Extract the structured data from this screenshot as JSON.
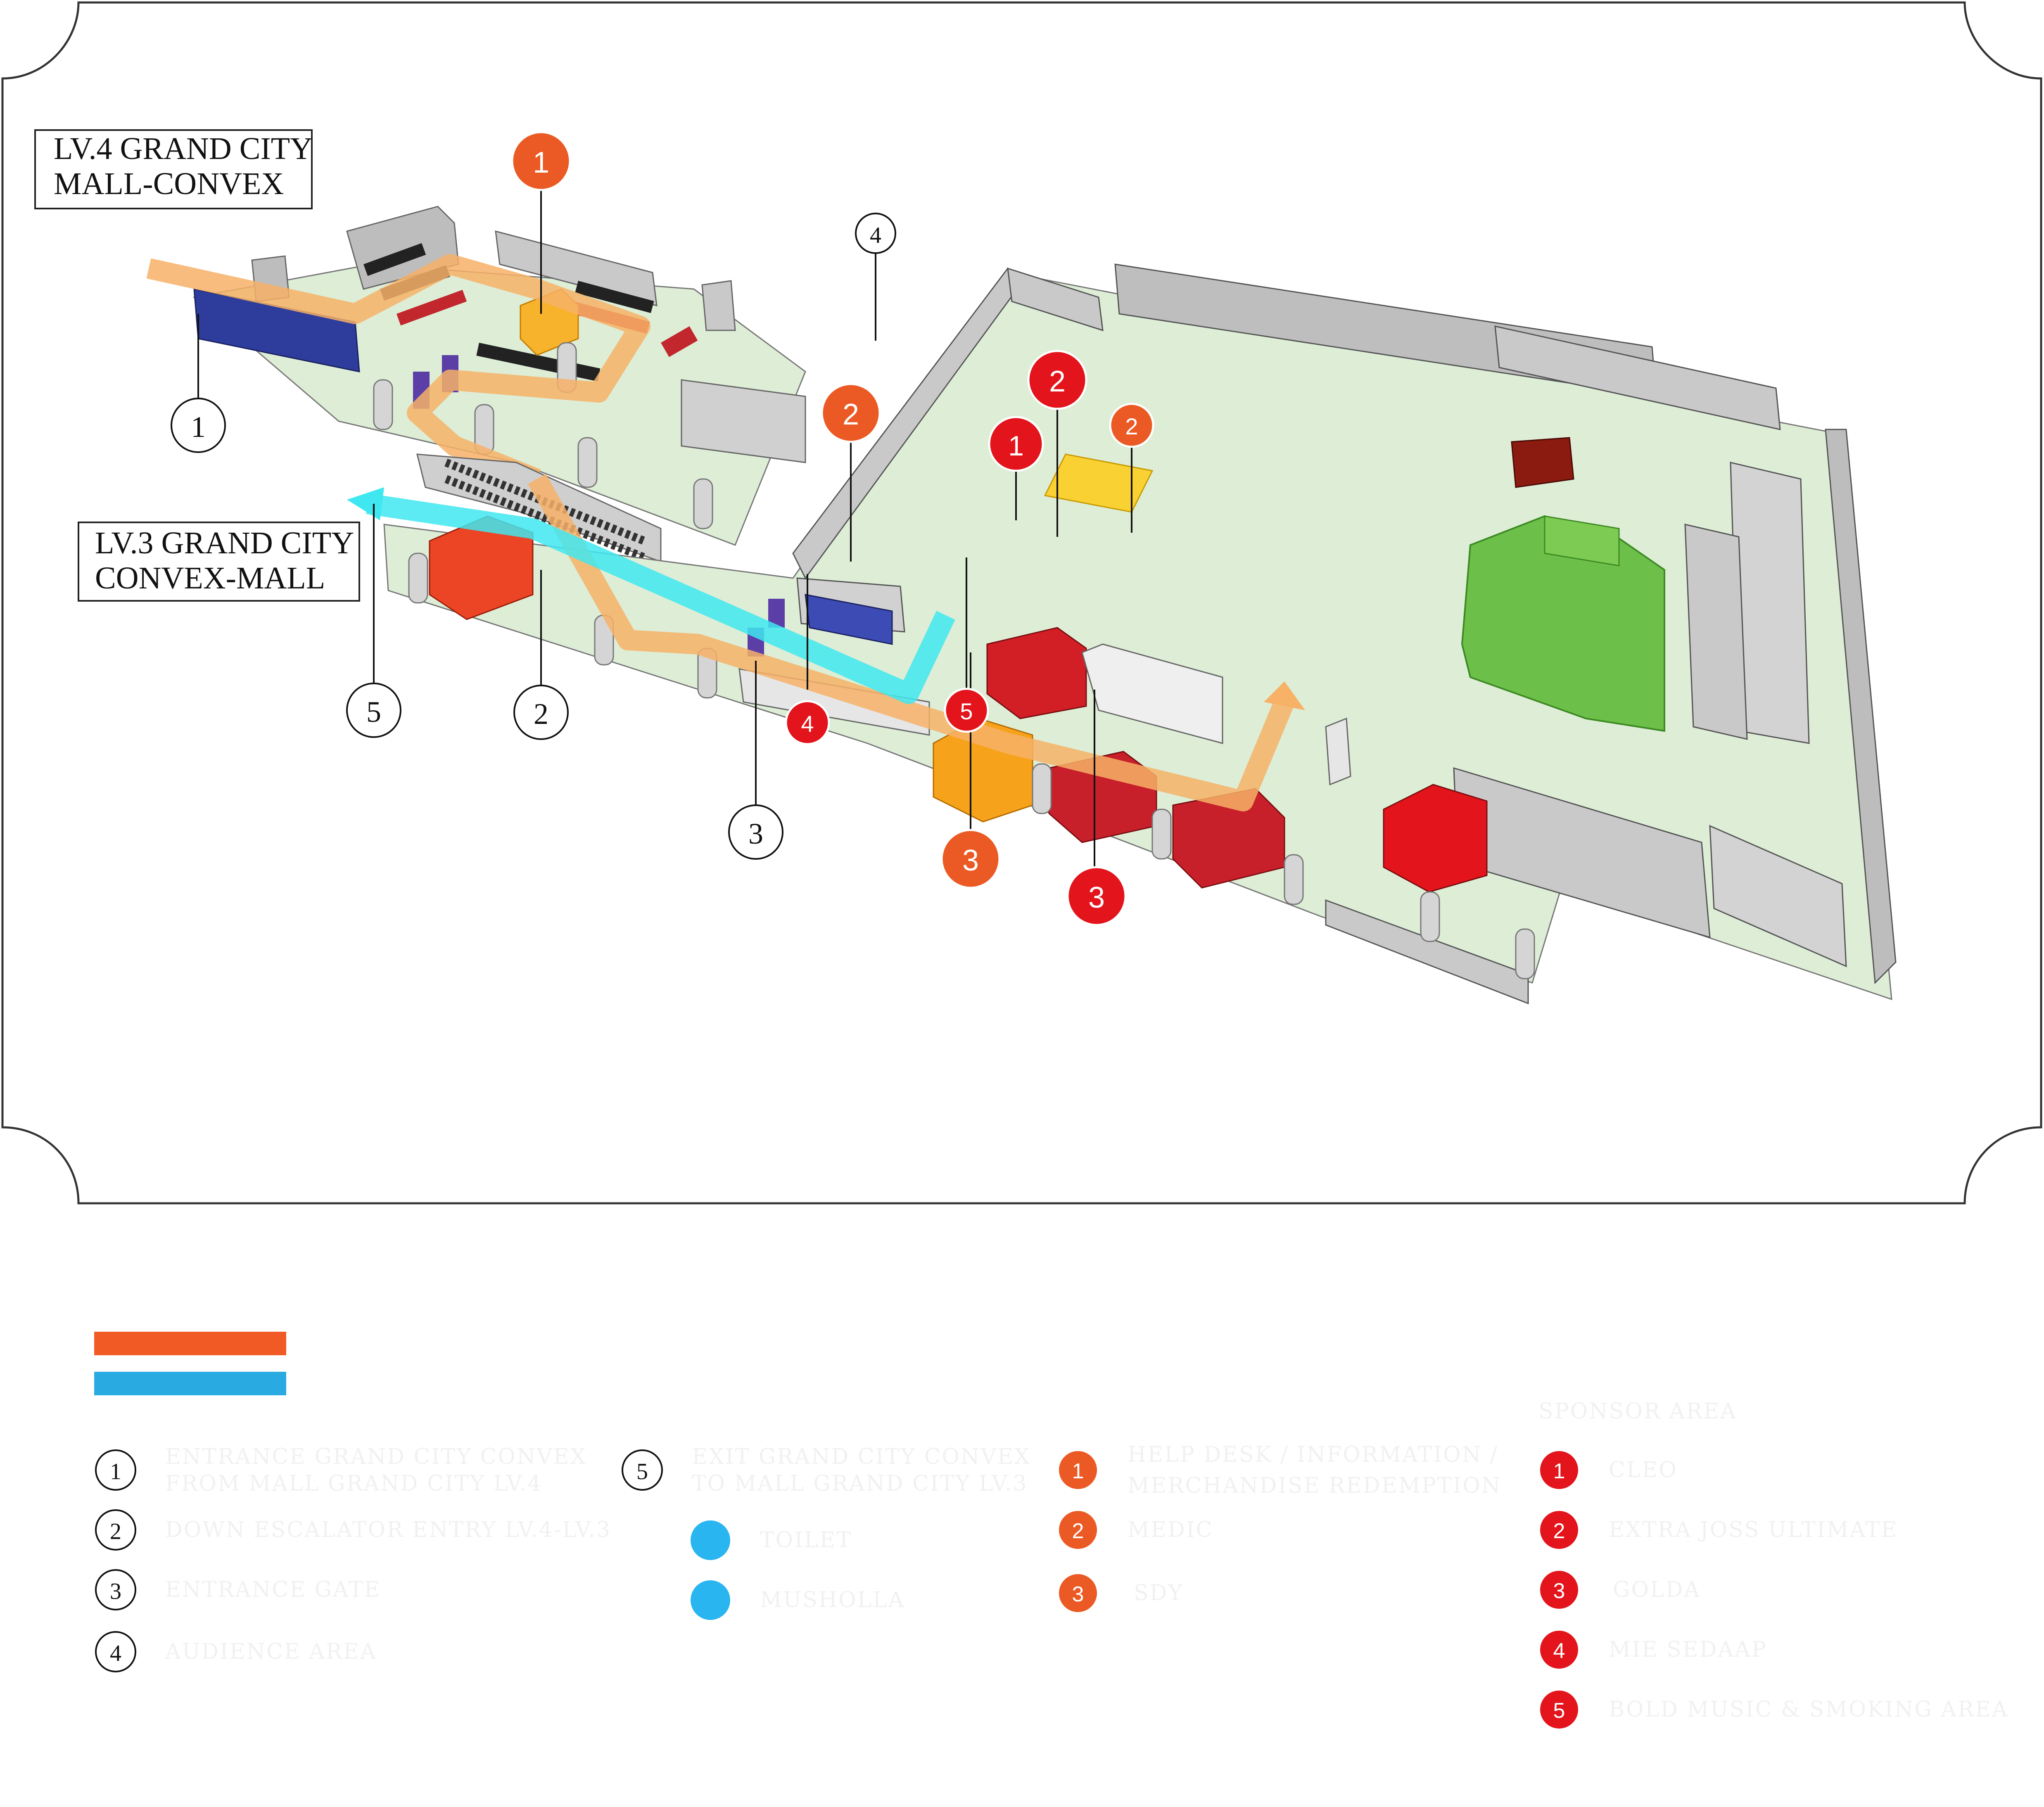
{
  "level_labels": {
    "lv4_line1": "LV.4 GRAND CITY",
    "lv4_line2": "MALL-CONVEX",
    "lv3_line1": "LV.3 GRAND CITY",
    "lv3_line2": "CONVEX-MALL"
  },
  "map_markers": {
    "numbered": [
      "1",
      "2",
      "3",
      "4",
      "5"
    ],
    "facility": [
      "1",
      "2",
      "3"
    ],
    "sponsor": [
      "1",
      "2",
      "3",
      "4",
      "5"
    ]
  },
  "legend": {
    "route_colors": {
      "entry": "#F15A24",
      "exit": "#29ABE2"
    },
    "numbered": [
      {
        "num": "1",
        "line1": "ENTRANCE GRAND CITY CONVEX",
        "line2": "FROM MALL GRAND CITY LV.4"
      },
      {
        "num": "2",
        "line1": "DOWN ESCALATOR ENTRY LV.4-LV.3",
        "line2": ""
      },
      {
        "num": "3",
        "line1": "ENTRANCE GATE",
        "line2": ""
      },
      {
        "num": "4",
        "line1": "AUDIENCE AREA",
        "line2": ""
      },
      {
        "num": "5",
        "line1": "EXIT GRAND CITY CONVEX",
        "line2": "TO MALL GRAND CITY LV.3"
      }
    ],
    "amenities": [
      {
        "label": "TOILET",
        "color": "#29B6F0"
      },
      {
        "label": "MUSHOLLA",
        "color": "#29B6F0"
      }
    ],
    "facilities": [
      {
        "num": "1",
        "line1": "HELP DESK / INFORMATION /",
        "line2": "MERCHANDISE REDEMPTION"
      },
      {
        "num": "2",
        "line1": "MEDIC",
        "line2": ""
      },
      {
        "num": "3",
        "line1": "SDY",
        "line2": ""
      }
    ],
    "sponsor_title": "SPONSOR AREA",
    "sponsors": [
      {
        "num": "1",
        "label": "CLEO"
      },
      {
        "num": "2",
        "label": "EXTRA JOSS ULTIMATE"
      },
      {
        "num": "3",
        "label": "GOLDA"
      },
      {
        "num": "4",
        "label": "MIE SEDAAP"
      },
      {
        "num": "5",
        "label": "BOLD MUSIC & SMOKING AREA"
      }
    ]
  },
  "colors": {
    "floor": "#DDEDD6",
    "wall": "#B3B3B3",
    "orange_marker": "#EB5A24",
    "red_marker": "#E3141B",
    "stage_green": "#6CC04A",
    "entry_route": "#F7B267",
    "exit_route": "#3FE8F0"
  }
}
